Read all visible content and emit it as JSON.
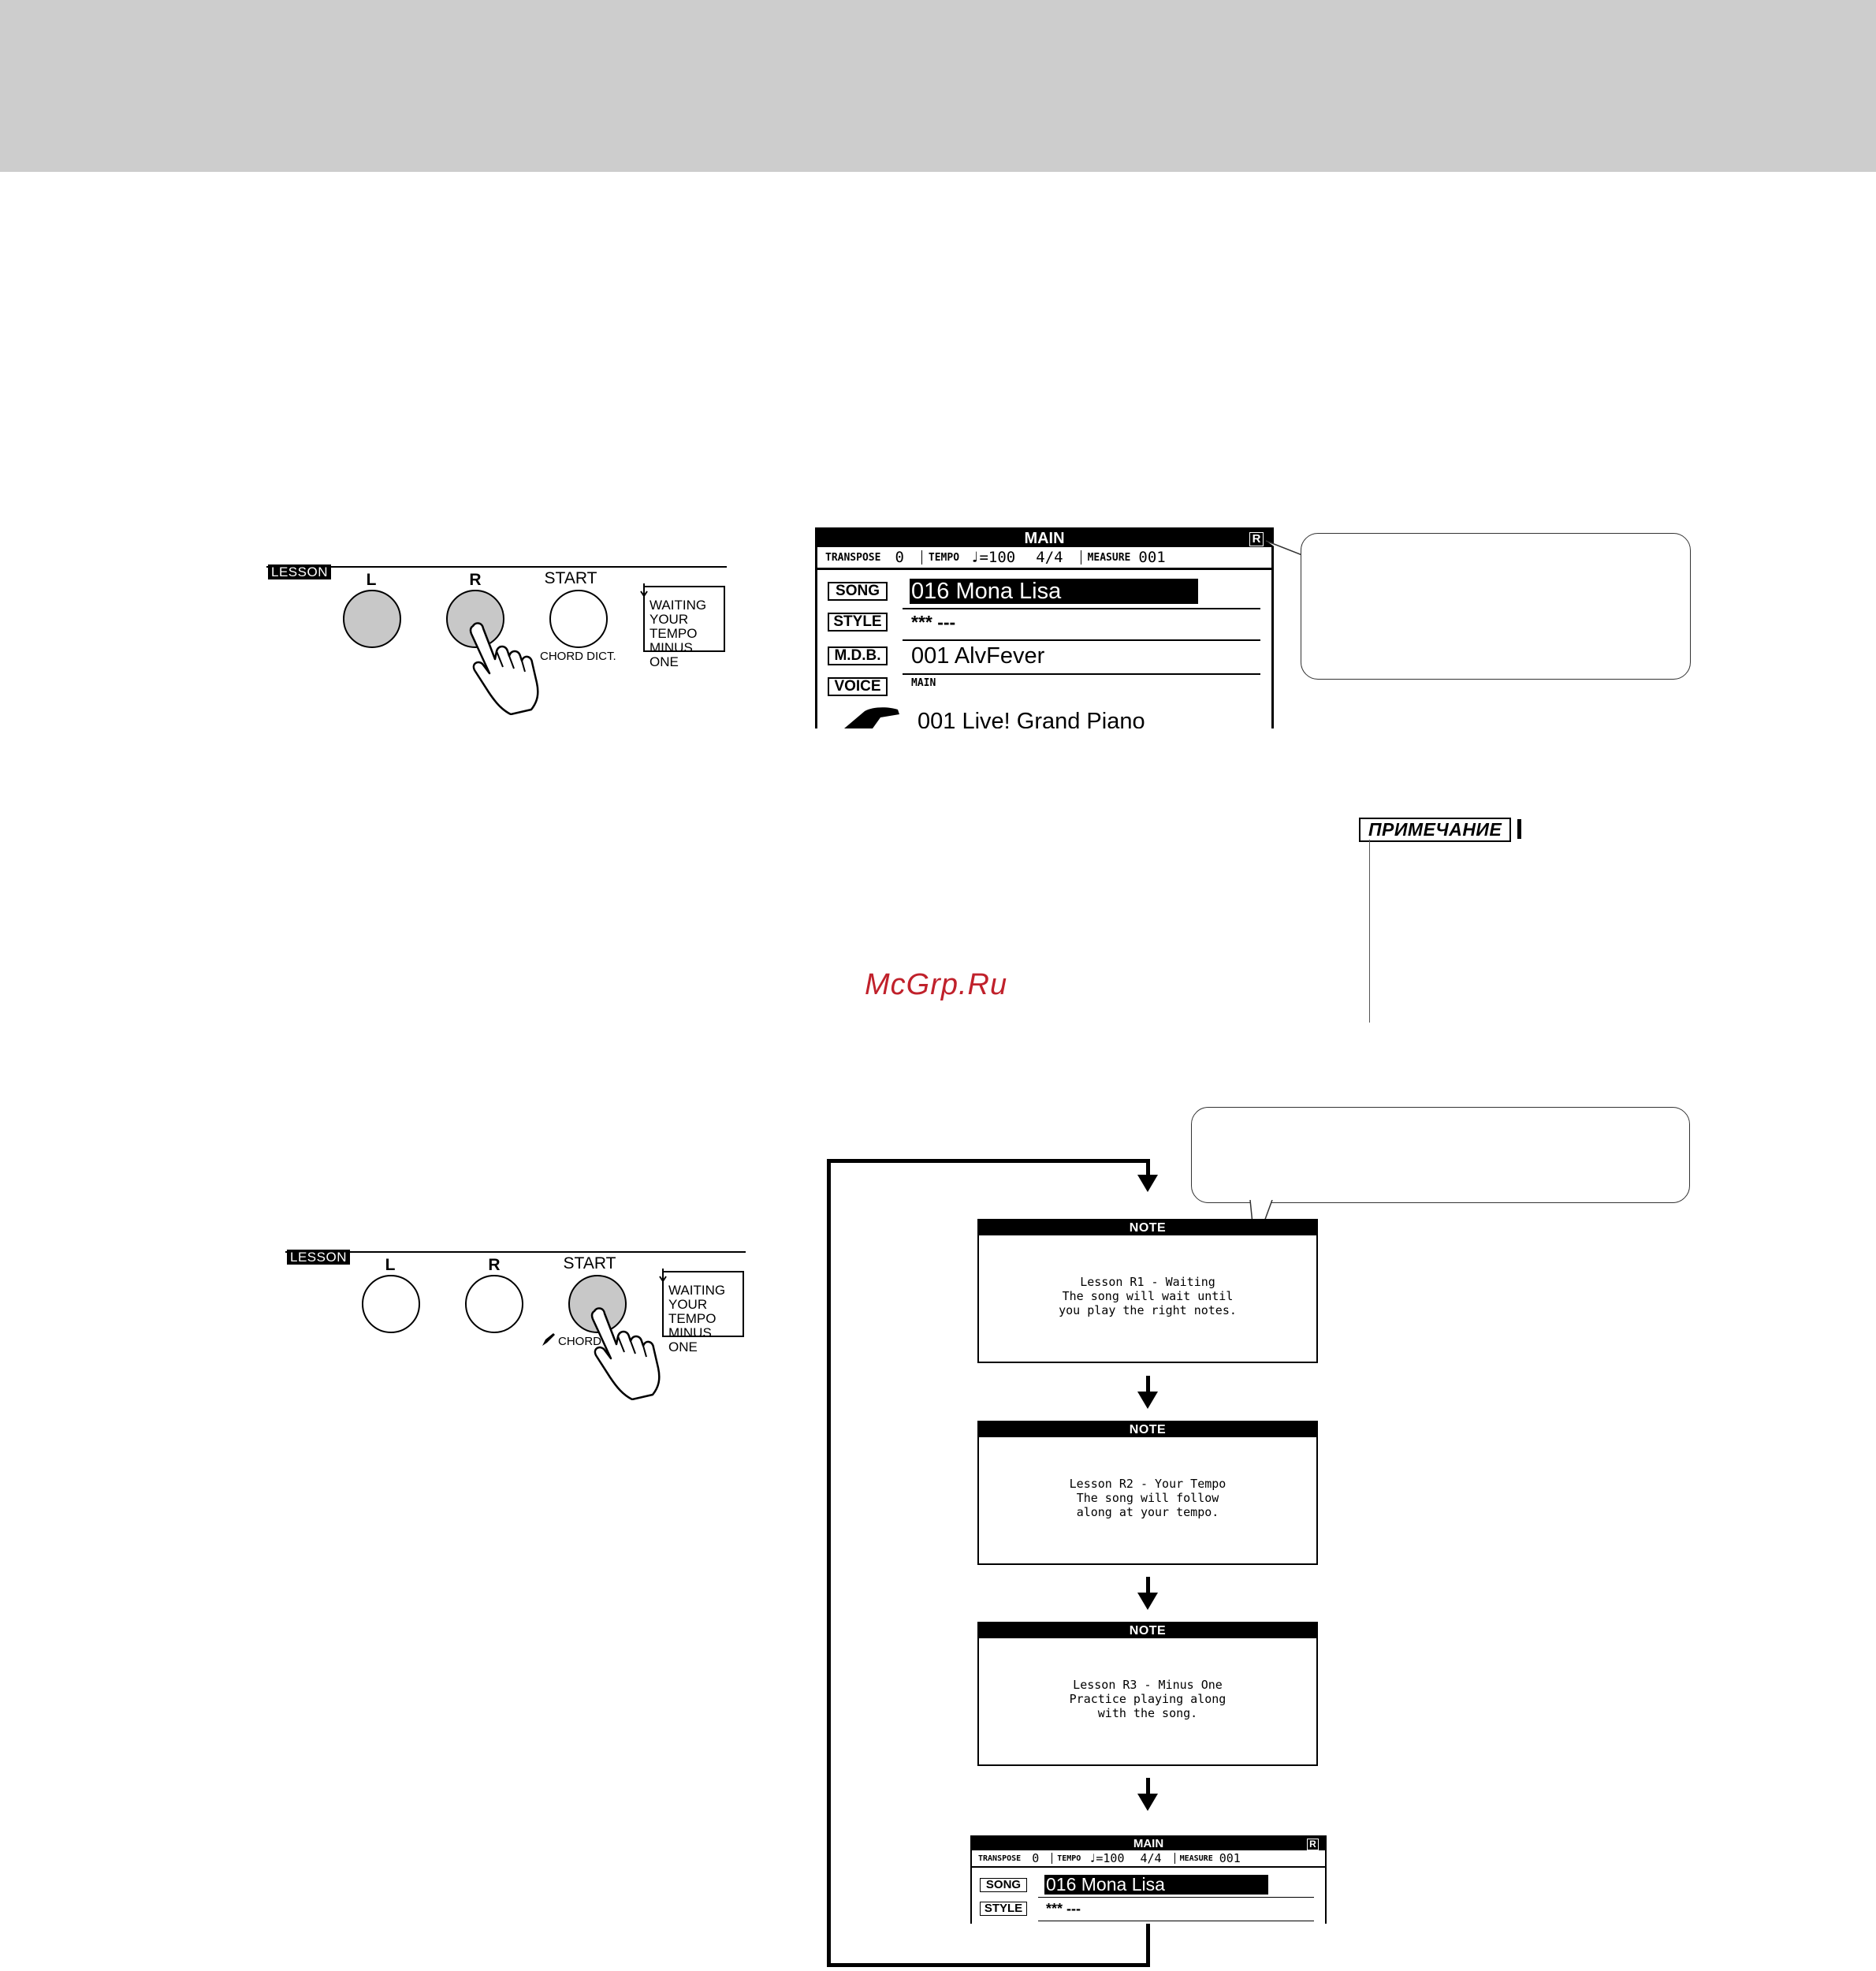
{
  "watermark": "McGrp.Ru",
  "lesson_panel_1": {
    "tag": "LESSON",
    "btn_l": "L",
    "btn_r": "R",
    "btn_start": "START",
    "modes": [
      "WAITING",
      "YOUR TEMPO",
      "MINUS ONE"
    ],
    "chord_label": "CHORD DICT."
  },
  "lesson_panel_2": {
    "tag": "LESSON",
    "btn_l": "L",
    "btn_r": "R",
    "btn_start": "START",
    "modes": [
      "WAITING",
      "YOUR TEMPO",
      "MINUS ONE"
    ],
    "chord_label": "CHORD"
  },
  "lcd_main": {
    "title": "MAIN",
    "badge": "R",
    "transpose_label": "TRANSPOSE",
    "transpose_value": "0",
    "tempo_label": "TEMPO",
    "tempo_value": "♩=100",
    "time_sig": "4/4",
    "measure_label": "MEASURE",
    "measure_value": "001",
    "song_label": "SONG",
    "song_value": "016 Mona Lisa",
    "style_label": "STYLE",
    "style_value": "*** ---",
    "mdb_label": "M.D.B.",
    "mdb_value": "001 AlvFever",
    "voice_label": "VOICE",
    "voice_sub": "MAIN",
    "voice_value": "001 Live! Grand Piano"
  },
  "note_tag": "ПРИМЕЧАНИЕ",
  "note_screens": [
    {
      "header": "NOTE",
      "text": "Lesson R1 - Waiting\nThe song will wait until\nyou play the right notes."
    },
    {
      "header": "NOTE",
      "text": "Lesson R2 - Your Tempo\nThe song will follow\nalong at your tempo."
    },
    {
      "header": "NOTE",
      "text": "Lesson R3 - Minus One\nPractice playing along\nwith the song."
    }
  ],
  "lcd_small": {
    "title": "MAIN",
    "badge": "R",
    "transpose_label": "TRANSPOSE",
    "transpose_value": "0",
    "tempo_label": "TEMPO",
    "tempo_value": "♩=100",
    "time_sig": "4/4",
    "measure_label": "MEASURE",
    "measure_value": "001",
    "song_label": "SONG",
    "song_value": "016 Mona Lisa",
    "style_label": "STYLE",
    "style_value": "*** ---"
  },
  "colors": {
    "topbar": "#cdcdcd",
    "watermark": "#c0212b",
    "button_pressed": "#c8c8c8"
  }
}
